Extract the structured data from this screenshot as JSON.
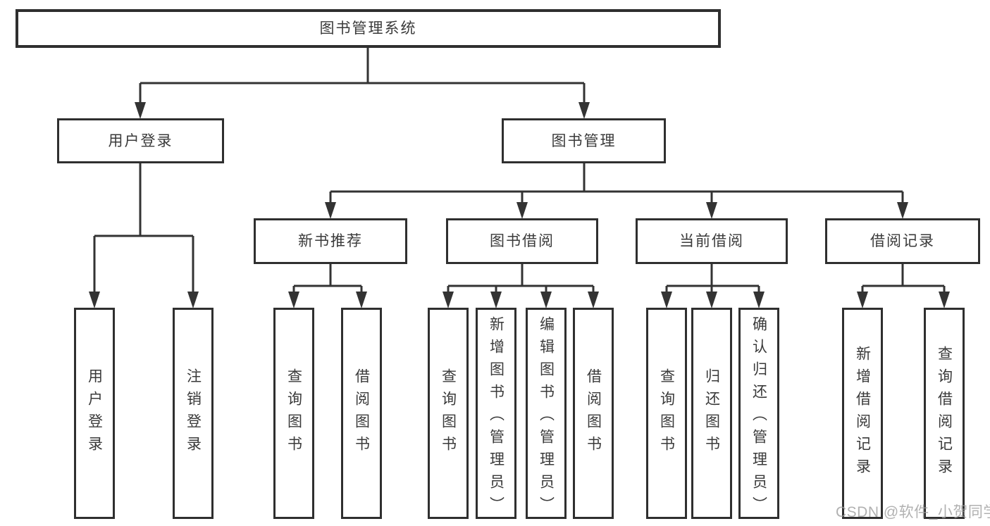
{
  "tree": {
    "root": {
      "label": "图书管理系统"
    },
    "children": [
      {
        "label": "用户登录",
        "children": [
          {
            "label": "用户登录"
          },
          {
            "label": "注销登录"
          }
        ]
      },
      {
        "label": "图书管理",
        "children": [
          {
            "label": "新书推荐",
            "children": [
              {
                "label": "查询图书"
              },
              {
                "label": "借阅图书"
              }
            ]
          },
          {
            "label": "图书借阅",
            "children": [
              {
                "label": "查询图书"
              },
              {
                "label": "新增图书（管理员）"
              },
              {
                "label": "编辑图书（管理员）"
              },
              {
                "label": "借阅图书"
              }
            ]
          },
          {
            "label": "当前借阅",
            "children": [
              {
                "label": "查询图书"
              },
              {
                "label": "归还图书"
              },
              {
                "label": "确认归还（管理员）"
              }
            ]
          },
          {
            "label": "借阅记录",
            "children": [
              {
                "label": "新增借阅记录"
              },
              {
                "label": "查询借阅记录"
              }
            ]
          }
        ]
      }
    ]
  },
  "watermark": {
    "text": "CSDN @软件_小贺同学"
  },
  "colors": {
    "line": "#333333",
    "box_border": "#2f2f2f",
    "text": "#3a3a3a",
    "watermark": "#9e9e9e",
    "background": "#ffffff"
  }
}
